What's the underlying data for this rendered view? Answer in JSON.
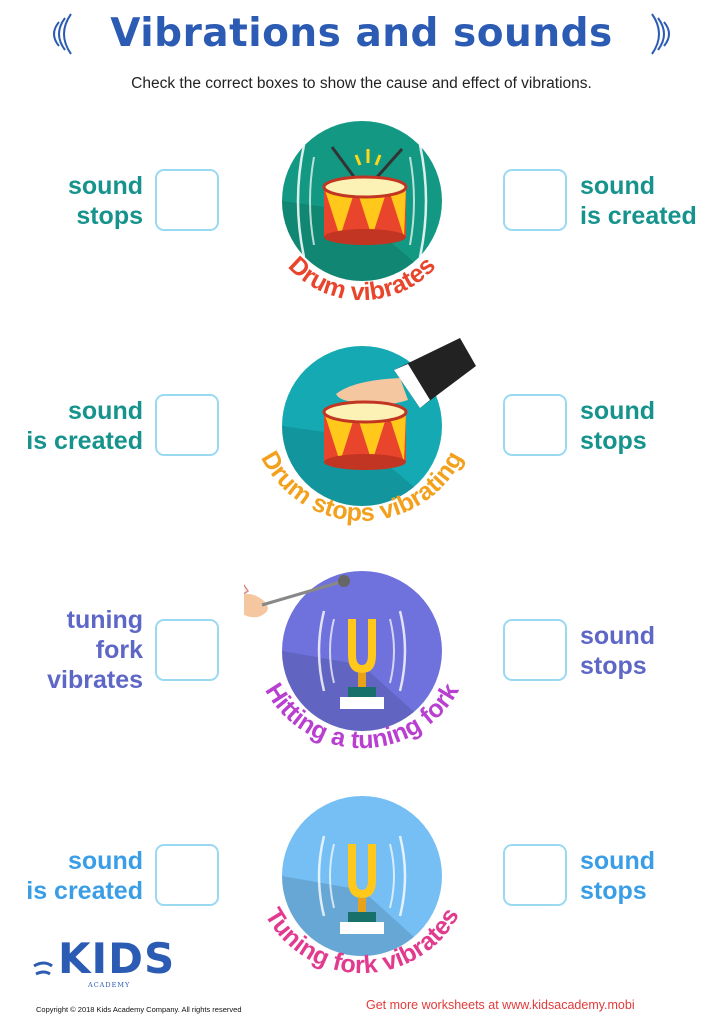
{
  "title": "Vibrations and sounds",
  "instruction": "Check the correct boxes to show the cause and effect of vibrations.",
  "rows": [
    {
      "left_label": [
        "sound",
        "stops"
      ],
      "right_label": [
        "sound",
        "is created"
      ],
      "caption": "Drum vibrates",
      "circle_color": "#139983",
      "caption_color": "#e8452c",
      "label_color": "#16938d"
    },
    {
      "left_label": [
        "sound",
        "is created"
      ],
      "right_label": [
        "sound",
        "stops"
      ],
      "caption": "Drum stops vibrating",
      "circle_color": "#15aab3",
      "caption_color": "#f3a01c",
      "label_color": "#16938d"
    },
    {
      "left_label": [
        "tuning",
        "fork",
        "vibrates"
      ],
      "right_label": [
        "sound",
        "stops"
      ],
      "caption": "Hitting a tuning fork",
      "circle_color": "#6f72dc",
      "caption_color": "#b83fd0",
      "label_color": "#5e67c6"
    },
    {
      "left_label": [
        "sound",
        "is created"
      ],
      "right_label": [
        "sound",
        "stops"
      ],
      "caption": "Tuning fork vibrates",
      "circle_color": "#76bff4",
      "caption_color": "#e23a8e",
      "label_color": "#3a9ee6"
    }
  ],
  "logo": {
    "text": "KIDS",
    "sub": "ACADEMY"
  },
  "footer": {
    "copyright": "Copyright © 2018 Kids Academy Company. All rights reserved",
    "promo": "Get more worksheets at www.kidsacademy.mobi"
  },
  "colors": {
    "title": "#2c5bb3",
    "box_border": "#9ad9f2",
    "promo": "#e23a3a"
  }
}
